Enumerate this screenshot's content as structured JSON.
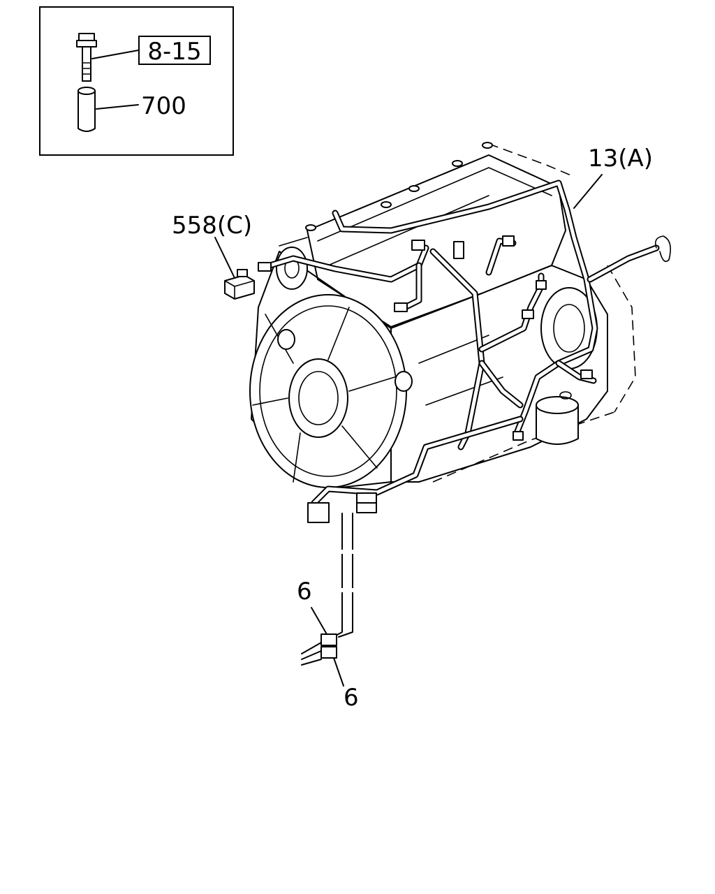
{
  "inset": {
    "ref_label": "8-15",
    "part_label": "700"
  },
  "callouts": {
    "harness": "13(A)",
    "connector": "558(C)",
    "clip_upper": "6",
    "clip_lower": "6"
  }
}
